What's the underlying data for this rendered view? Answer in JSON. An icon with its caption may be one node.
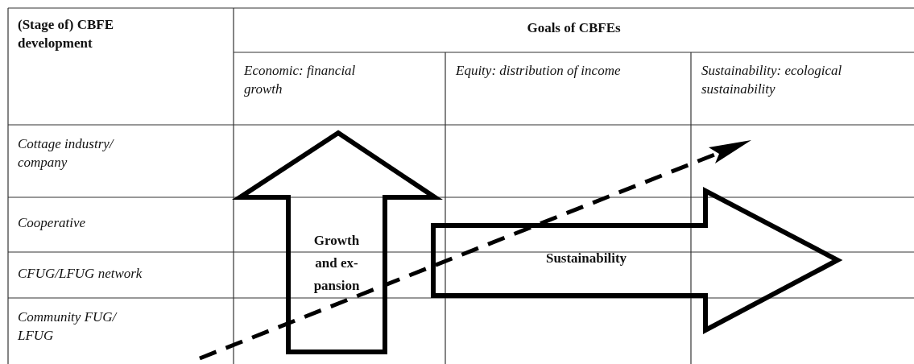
{
  "diagram": {
    "nodes": [
      {
        "text": [
          "Growth and ex-pansion"
        ]
      },
      {
        "text": [
          "Sustainability"
        ]
      }
    ],
    "edges": [],
    "labels": [
      "(Stage of) CBFE development",
      "Goals of CBFEs",
      "Economic: financial growth",
      "Equity: distribution of income",
      "Sustainability: ecological sustainability",
      "Cottage industry/ company",
      "Cooperative",
      "CFUG/LFUG network",
      "Community FUG/ LFUG"
    ]
  }
}
